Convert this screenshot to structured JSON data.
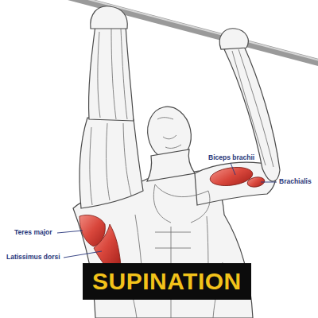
{
  "diagram": {
    "nodes": [
      {
        "text": [
          "SUPINATION"
        ]
      }
    ],
    "labels": [
      "Biceps brachii",
      "Brachialis",
      "Teres major",
      "Latissimus dorsi"
    ]
  }
}
